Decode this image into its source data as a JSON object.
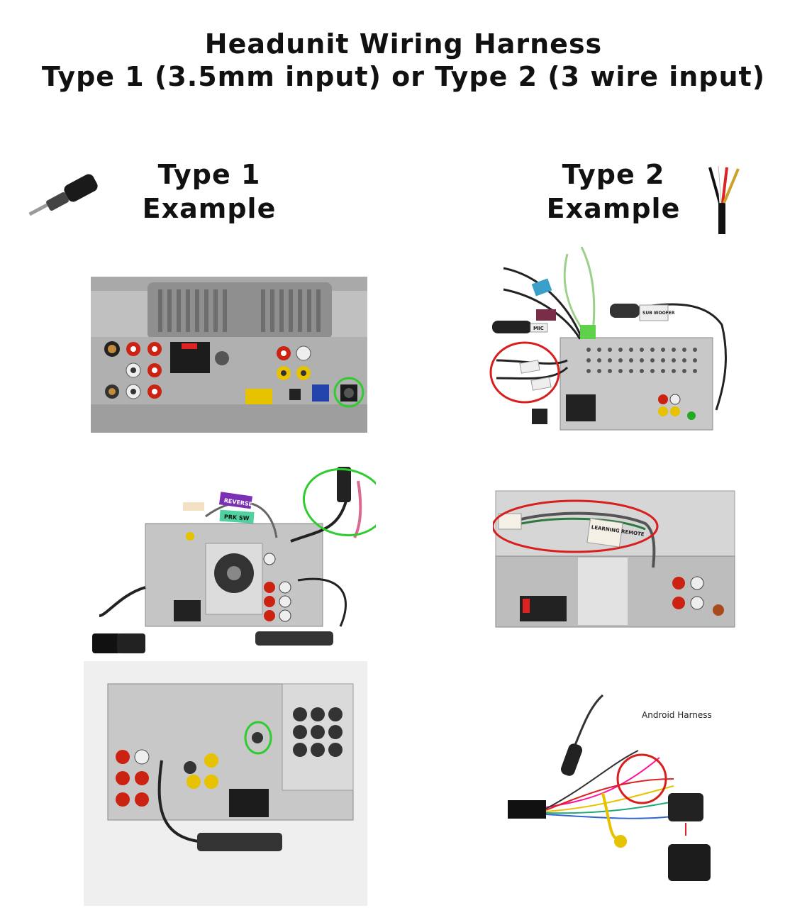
{
  "header": {
    "title_line1": "Headunit Wiring Harness",
    "title_line2": "Type 1 (3.5mm input) or Type 2 (3 wire input)"
  },
  "type1": {
    "heading_line1": "Type 1",
    "heading_line2": "Example",
    "icon": "aux-3-5mm-plug-icon"
  },
  "type2": {
    "heading_line1": "Type 2",
    "heading_line2": "Example",
    "icon": "three-wire-cable-icon"
  },
  "labels": {
    "sub_woofer": "SUB WOOFER",
    "mic": "MIC",
    "reverse": "REVERSE",
    "prk_sw": "PRK SW",
    "learning_remote": "LEARNING REMOTE",
    "android_harness": "Android Harness"
  },
  "colors": {
    "highlight_green": "#2ecc2e",
    "highlight_red": "#d81e1e",
    "chassis": "#b9b9b9"
  }
}
